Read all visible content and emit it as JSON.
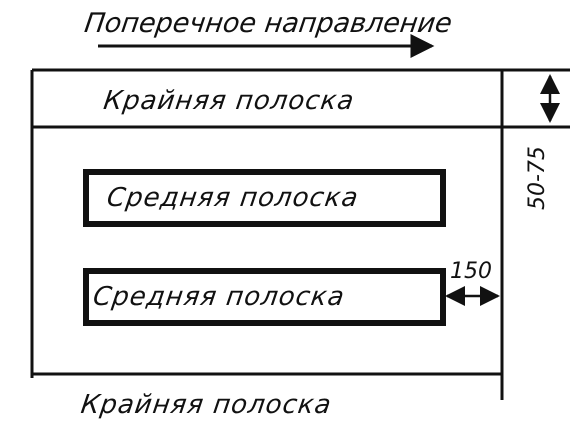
{
  "header": {
    "direction_label": "Поперечное направление"
  },
  "strips": {
    "edge_top": "Крайняя полоска",
    "middle_1": "Средняя полоска",
    "middle_2": "Средняя полоска",
    "edge_bottom": "Крайняя полоска"
  },
  "dimensions": {
    "edge_strip_width": "50-75",
    "middle_strip_gap": "150"
  },
  "colors": {
    "ink": "#111111",
    "paper": "#ffffff"
  }
}
